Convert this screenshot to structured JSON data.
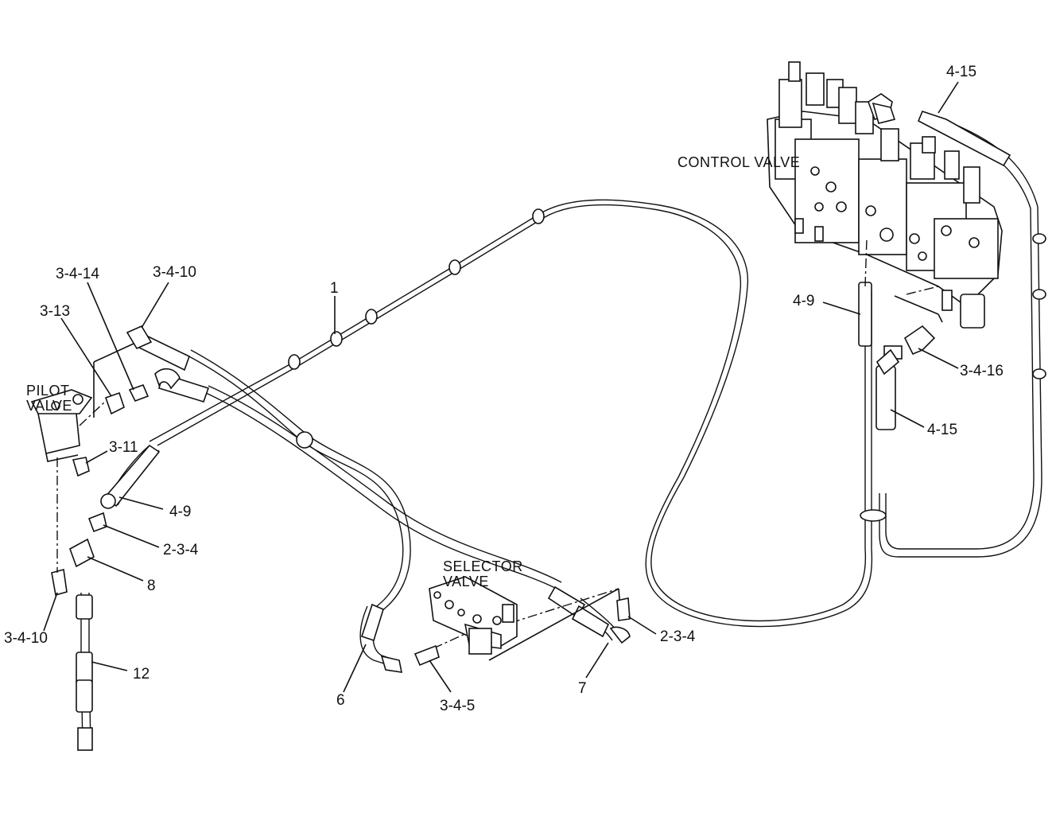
{
  "components": {
    "control_valve": "CONTROL  VALVE",
    "pilot_valve_line1": "PILOT",
    "pilot_valve_line2": "VALVE",
    "selector_valve_line1": "SELECTOR",
    "selector_valve_line2": "VALVE"
  },
  "callouts": {
    "c_4_15_top": "4-15",
    "c_4_9_right": "4-9",
    "c_3_4_16": "3-4-16",
    "c_4_15_right": "4-15",
    "c_1": "1",
    "c_3_4_14": "3-4-14",
    "c_3_4_10_top": "3-4-10",
    "c_3_13": "3-13",
    "c_3_11": "3-11",
    "c_4_9_left": "4-9",
    "c_2_3_4_left": "2-3-4",
    "c_8": "8",
    "c_3_4_10_bottom": "3-4-10",
    "c_12": "12",
    "c_6": "6",
    "c_3_4_5": "3-4-5",
    "c_7": "7",
    "c_2_3_4_right": "2-3-4"
  }
}
